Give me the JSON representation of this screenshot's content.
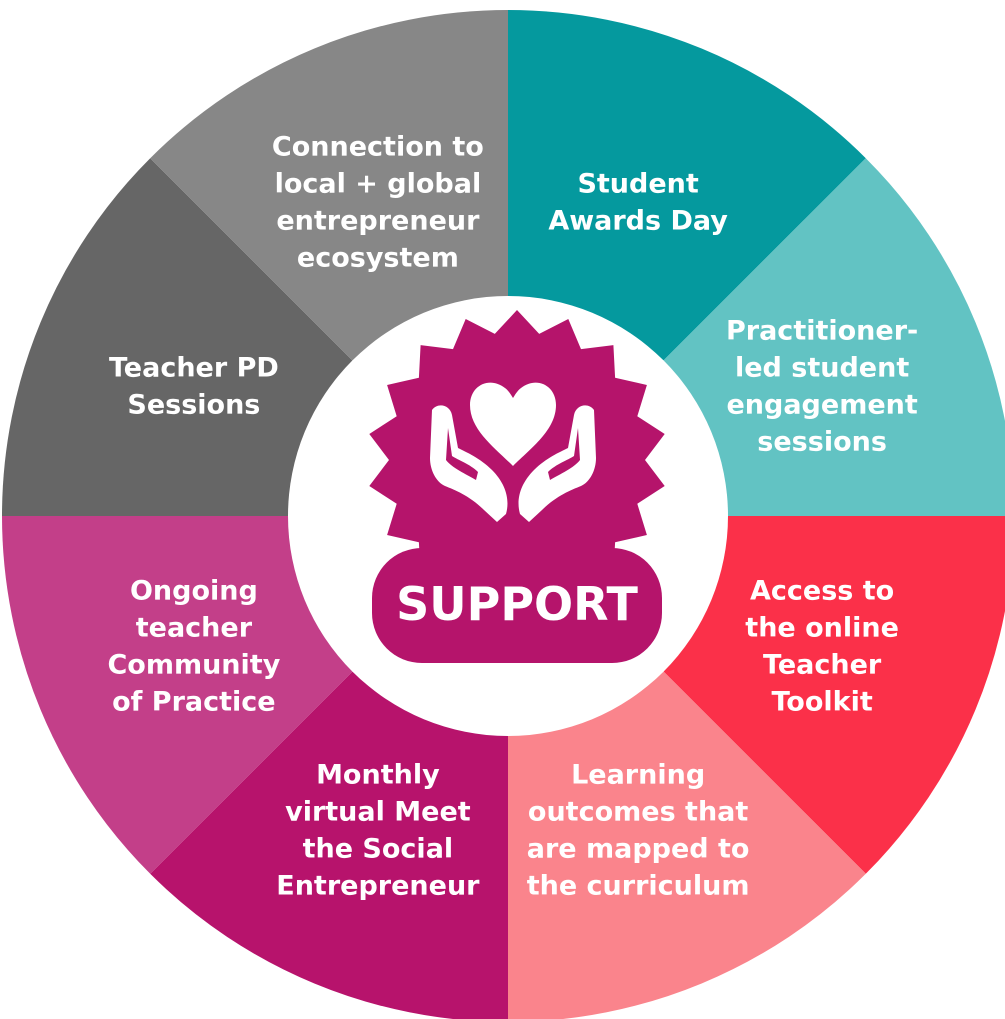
{
  "center": {
    "label": "SUPPORT",
    "icon": "hands-heart-icon",
    "badge_color": "#B5146B",
    "ring_color": "#FFFFFF"
  },
  "segments": [
    {
      "id": "student-awards-day",
      "lines": [
        "Student",
        "Awards Day"
      ],
      "color": "#05999E"
    },
    {
      "id": "practitioner-led-sessions",
      "lines": [
        "Practitioner-",
        "led student",
        "engagement",
        "sessions"
      ],
      "color": "#62C3C3"
    },
    {
      "id": "online-teacher-toolkit",
      "lines": [
        "Access to",
        "the online",
        "Teacher",
        "Toolkit"
      ],
      "color": "#FB3049"
    },
    {
      "id": "learning-outcomes",
      "lines": [
        "Learning",
        "outcomes that",
        "are mapped to",
        "the curriculum"
      ],
      "color": "#FA848C"
    },
    {
      "id": "meet-social-entrepreneur",
      "lines": [
        "Monthly",
        "virtual Meet",
        "the Social",
        "Entrepreneur"
      ],
      "color": "#B7136C"
    },
    {
      "id": "community-of-practice",
      "lines": [
        "Ongoing",
        "teacher",
        "Community",
        "of Practice"
      ],
      "color": "#C33F89"
    },
    {
      "id": "teacher-pd-sessions",
      "lines": [
        "Teacher PD",
        "Sessions"
      ],
      "color": "#666666"
    },
    {
      "id": "entrepreneur-ecosystem",
      "lines": [
        "Connection to",
        "local + global",
        "entrepreneur",
        "ecosystem"
      ],
      "color": "#878787"
    }
  ]
}
